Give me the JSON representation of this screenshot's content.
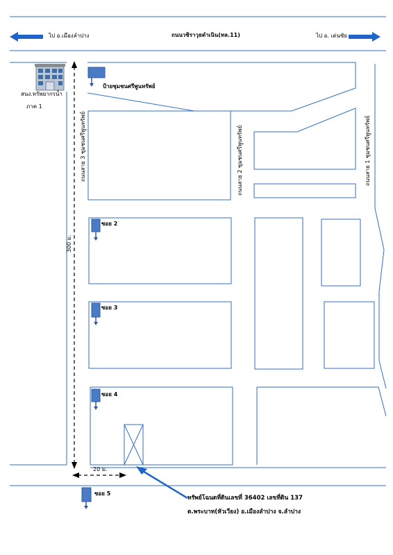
{
  "road_main": "ถนนวชิราวุธดำเนิน(ทล.11)",
  "dir_left": "ไป อ.เมืองลำปาง",
  "dir_right": "ไป อ. เด่นชัย",
  "office_label_1": "สนง.ทรัพยากรน้ำ",
  "office_label_2": "ภาค 1",
  "community_sign": "ป้ายชุมชนศรีพูนทรัพย์",
  "road_3": "ถนนสาย 3 ชุมชนศรีพูนทรัพย์",
  "road_2": "ถนนสาย 2 ชุมชนศรีพูนทรัพย์",
  "road_1": "ถนนสาย 1 ชุมชนศรีพูนทรัพย์",
  "soi_2": "ซอย 2",
  "soi_3": "ซอย 3",
  "soi_4": "ซอย 4",
  "soi_5": "ซอย 5",
  "dist_300": "300 ม.",
  "dist_20": "20 ม.",
  "property_line_1": "ทรัพย์โฉนดที่ดินเลขที่ 36402  เลขที่ดิน  137",
  "property_line_2": "ต.พระบาท(หัวเวียง)  อ.เมืองลำปาง จ.ลำปาง",
  "colors": {
    "line": "#2f6fc4",
    "marker": "#4a7cc6",
    "arrow": "#1f64c8"
  }
}
